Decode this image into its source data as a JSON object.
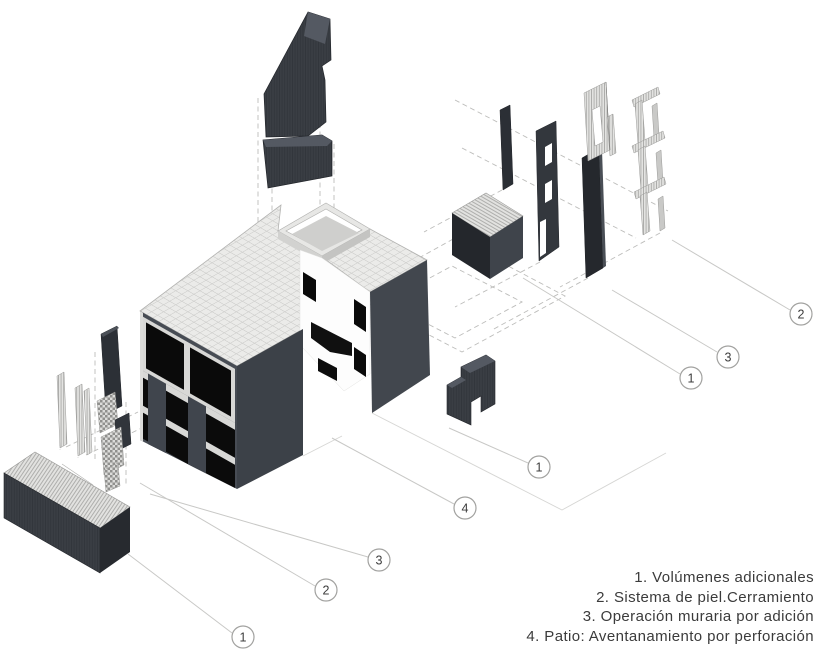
{
  "diagram": {
    "kind": "exploded axonometric architecture diagram",
    "language": "Spanish"
  },
  "legend": {
    "items": [
      {
        "label": "1. Volúmenes adicionales"
      },
      {
        "label": "2. Sistema de piel.Cerramiento"
      },
      {
        "label": "3. Operación muraria por adición"
      },
      {
        "label": "4. Patio: Aventanamiento por perforación"
      }
    ]
  },
  "callouts": [
    {
      "label": "2"
    },
    {
      "label": "3"
    },
    {
      "label": "1"
    },
    {
      "label": "1"
    },
    {
      "label": "4"
    },
    {
      "label": "3"
    },
    {
      "label": "2"
    },
    {
      "label": "1"
    }
  ],
  "colors": {
    "background": "#ffffff",
    "dark_wall": "#42474e",
    "darker_wall": "#25282d",
    "black_window": "#0a0a0a",
    "roof_grid": "#ebebe9",
    "grid_line": "#c2c2c0",
    "dashed_line": "#bdbdbb",
    "leader_line": "#c8c8c6",
    "legend_text": "#3b3b3b"
  }
}
